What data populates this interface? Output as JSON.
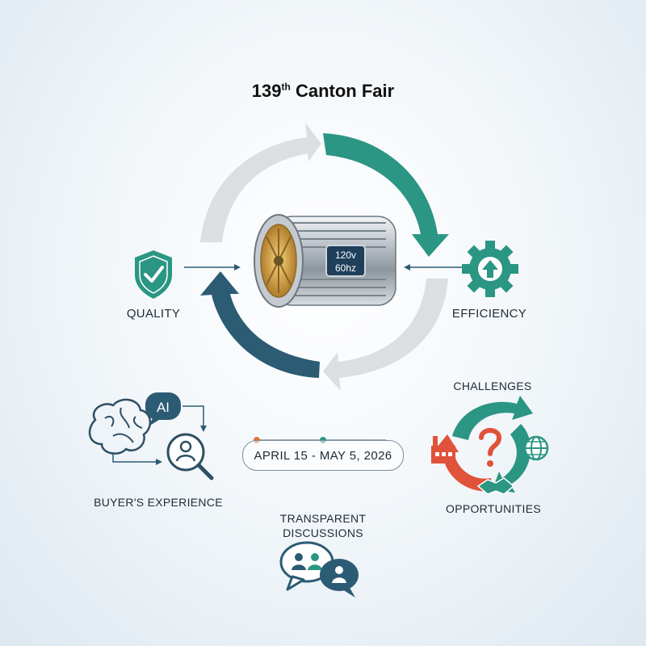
{
  "title": {
    "main": "139",
    "sup": "th",
    "rest": " Canton Fair"
  },
  "motor": {
    "voltage": "120v",
    "frequency": "60hz"
  },
  "labels": {
    "quality": "QUALITY",
    "efficiency": "EFFICIENCY",
    "buyers_experience": "BUYER'S EXPERIENCE",
    "challenges": "CHALLENGES",
    "opportunities": "OPPORTUNITIES",
    "transparent": "TRANSPARENT",
    "discussions": "DISCUSSIONS",
    "ai": "AI"
  },
  "date_range": "APRIL 15 - MAY 5, 2026",
  "colors": {
    "teal": "#2a9683",
    "navy": "#2c5b74",
    "grey_arrow": "#d9dcde",
    "red": "#e0533a",
    "dark_icon": "#2f4f63"
  }
}
